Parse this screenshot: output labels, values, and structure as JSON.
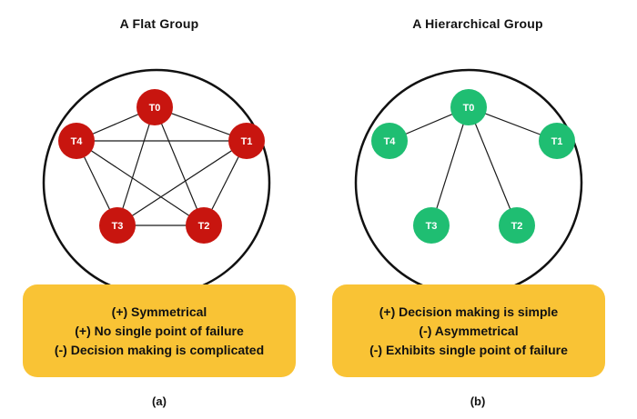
{
  "colors": {
    "flat_node": "#c8150f",
    "hier_node": "#1fbe72",
    "box_fill": "#f9c335",
    "circle_stroke": "#111111",
    "edge": "#1a1a1a"
  },
  "panels": [
    {
      "title": "A Flat Group",
      "caption": "(a)",
      "nodes": [
        "T0",
        "T1",
        "T2",
        "T3",
        "T4"
      ],
      "features": [
        "(+) Symmetrical",
        "(+) No single point of failure",
        "(-) Decision making is complicated"
      ]
    },
    {
      "title": "A Hierarchical Group",
      "caption": "(b)",
      "nodes": [
        "T0",
        "T1",
        "T2",
        "T3",
        "T4"
      ],
      "features": [
        "(+) Decision making is simple",
        "(-) Asymmetrical",
        "(-) Exhibits single point of failure"
      ]
    }
  ]
}
